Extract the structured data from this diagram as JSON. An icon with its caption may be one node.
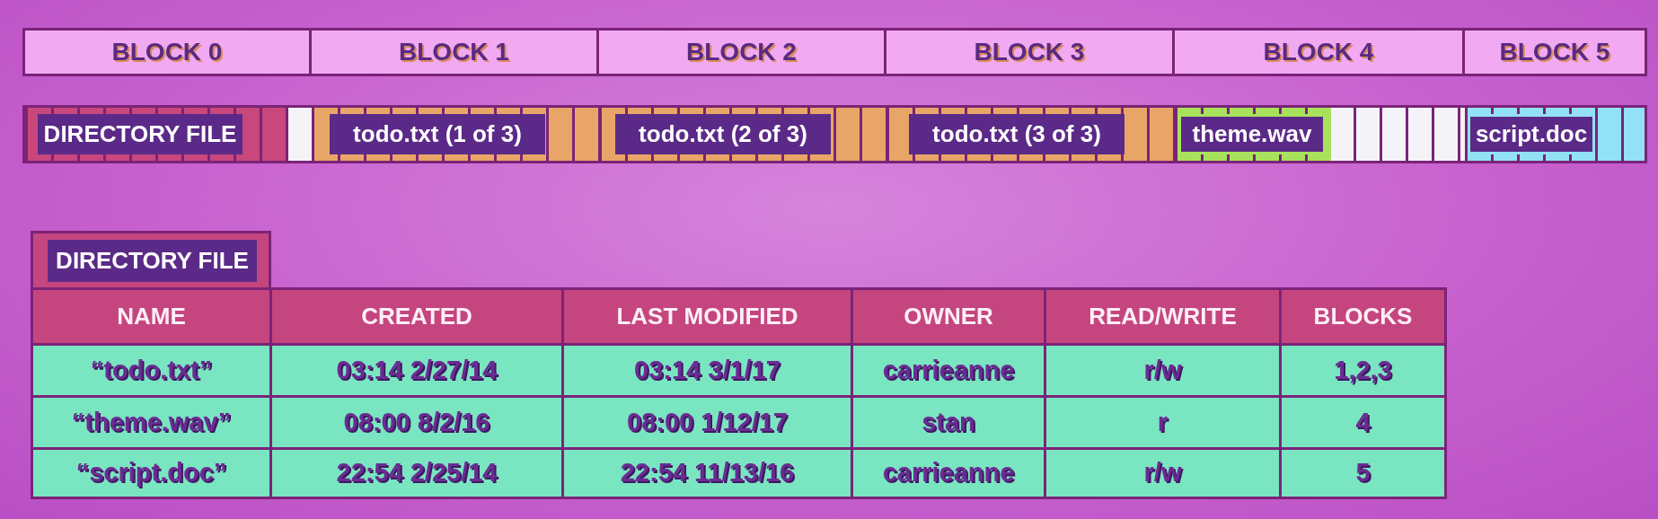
{
  "diagram": {
    "nodes": [
      {
        "text": [
          "BLOCK 0"
        ]
      },
      {
        "text": [
          "BLOCK 1"
        ]
      },
      {
        "text": [
          "BLOCK 2"
        ]
      },
      {
        "text": [
          "BLOCK 3"
        ]
      },
      {
        "text": [
          "BLOCK 4"
        ]
      },
      {
        "text": [
          "BLOCK 5"
        ]
      },
      {
        "text": [
          "DIRECTORY FILE"
        ]
      },
      {
        "text": [
          "todo.txt (1 of 3)"
        ]
      },
      {
        "text": [
          "todo.txt (2 of 3)"
        ]
      },
      {
        "text": [
          "todo.txt (3 of 3)"
        ]
      },
      {
        "text": [
          "theme.wav"
        ]
      },
      {
        "text": [
          "script.doc"
        ]
      },
      {
        "text": [
          "DIRECTORY FILE"
        ]
      }
    ],
    "labels": [
      "NAME",
      "CREATED",
      "LAST MODIFIED",
      "OWNER",
      "READ/WRITE",
      "BLOCKS",
      "“todo.txt”",
      "03:14 2/27/14",
      "03:14 3/1/17",
      "carrieanne",
      "r/w",
      "1,2,3",
      "“theme.wav”",
      "08:00 8/2/16",
      "08:00 1/12/17",
      "stan",
      "r",
      "4",
      "“script.doc”",
      "22:54 2/25/14",
      "22:54 11/13/16",
      "carrieanne",
      "r/w",
      "5"
    ]
  }
}
